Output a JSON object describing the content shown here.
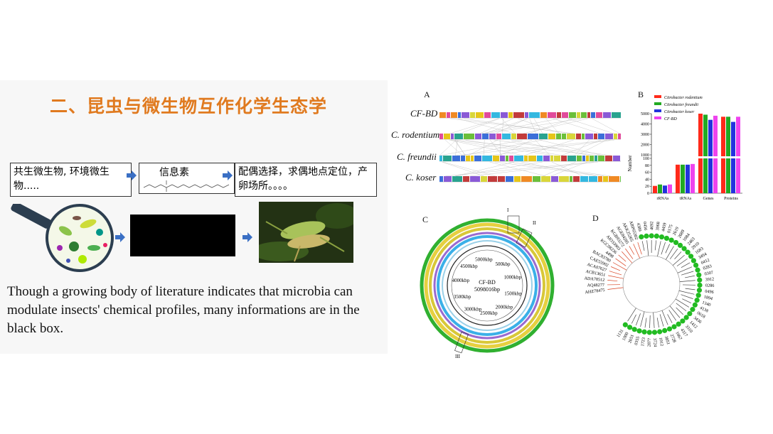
{
  "slide": {
    "title": "二、昆虫与微生物互作化学生态学",
    "box1_text": "共生微生物, 环境微生物.....",
    "box2_label": "信息素",
    "box3_text": "配偶选择，求偶地点定位，产卵场所。。。。",
    "body_text": "Though a growing body of literature indicates that microbia can modulate insects' chemical profiles, many informations are in the black box."
  },
  "figure": {
    "panel_a": {
      "label": "A",
      "species": [
        "CF-BD",
        "C. rodentium",
        "C. freundii",
        "C. koser"
      ]
    },
    "panel_b": {
      "label": "B",
      "ylabel": "Number",
      "legend": [
        "Citrobacter rodentium",
        "Citrobacter freundii",
        "Citrobacter koser",
        "CF-BD"
      ],
      "colors": [
        "#ff2a1a",
        "#22aa22",
        "#2233dd",
        "#ee44ee"
      ],
      "categories": [
        "rRNAs",
        "tRNAs",
        "Genes",
        "Proteins"
      ],
      "y_ticks_low": [
        "0",
        "20",
        "40",
        "60",
        "80",
        "100"
      ],
      "y_ticks_high": [
        "1000",
        "2000",
        "3000",
        "4000",
        "5000"
      ]
    },
    "panel_c": {
      "label": "C",
      "center_title": "CF-BD",
      "center_size": "5098016bp",
      "ticks": [
        "500kbp",
        "1000kbp",
        "1500kbp",
        "2000kbp",
        "2500kbp",
        "3000kbp",
        "3500kbp",
        "4000kbp",
        "4500kbp",
        "5000kbp"
      ],
      "regions": [
        "I",
        "II",
        "III"
      ]
    },
    "panel_d": {
      "label": "D",
      "labels_red": [
        "AHZ78475",
        "AQ48277",
        "ADA78512",
        "ACB13651",
        "ACA07627",
        "CAE55902",
        "BAC83780",
        "4498",
        "KGC08236",
        "AIO33903",
        "KGB93272",
        "AGE84285",
        "AKK25265",
        "ABP65302"
      ],
      "labels_black": [
        "4389",
        "0456",
        "4692",
        "3968",
        "4459",
        "0175",
        "2619",
        "2689",
        "1084",
        "2463",
        "2910",
        "1683",
        "3494",
        "0412",
        "0283",
        "0307",
        "3912",
        "0286",
        "0496",
        "1894",
        "1340",
        "4138",
        "0618",
        "3436",
        "1412",
        "3310",
        "4317",
        "1667",
        "2728",
        "3851",
        "1012",
        "3724",
        "2877",
        "1723",
        "0355",
        "2051",
        "1000",
        "1131"
      ]
    }
  },
  "chart_data": {
    "type": "bar",
    "categories": [
      "rRNAs",
      "tRNAs",
      "Genes",
      "Proteins"
    ],
    "series": [
      {
        "name": "Citrobacter rodentium",
        "values": [
          21,
          82,
          5000,
          4700
        ]
      },
      {
        "name": "Citrobacter freundii",
        "values": [
          25,
          82,
          4900,
          4700
        ]
      },
      {
        "name": "Citrobacter koser",
        "values": [
          22,
          82,
          4400,
          4200
        ]
      },
      {
        "name": "CF-BD",
        "values": [
          25,
          84,
          4800,
          4700
        ]
      }
    ],
    "ylabel": "Number",
    "ylim": [
      0,
      5000
    ],
    "legend": "top"
  }
}
